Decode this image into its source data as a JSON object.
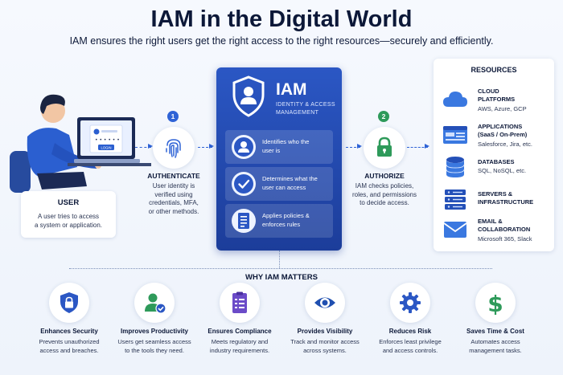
{
  "header": {
    "title": "IAM in the Digital World",
    "subtitle": "IAM ensures the right users get the right access to the right resources—securely and efficiently."
  },
  "colors": {
    "brand_blue": "#2b57c4",
    "dark_blue": "#1c3d9a",
    "accent_green": "#2e9a5a",
    "navy_text": "#0c1838"
  },
  "user": {
    "illustration": "person-at-laptop",
    "screen_button": "LOGIN",
    "title": "USER",
    "description_line1": "A user tries to access",
    "description_line2": "a system or application."
  },
  "authenticate": {
    "step": "1",
    "icon": "fingerprint-icon",
    "title": "AUTHENTICATE",
    "desc_line1": "User identity is",
    "desc_line2": "verified using",
    "desc_line3": "credentials, MFA,",
    "desc_line4": "or other methods."
  },
  "iam": {
    "label": "IAM",
    "sub_line1": "IDENTITY & ACCESS",
    "sub_line2": "MANAGEMENT",
    "functions": [
      {
        "icon": "user-icon",
        "line1": "Identifies who the",
        "line2": "user is"
      },
      {
        "icon": "check-icon",
        "line1": "Determines what the",
        "line2": "user can access"
      },
      {
        "icon": "document-icon",
        "line1": "Applies policies &",
        "line2": "enforces rules"
      }
    ]
  },
  "authorize": {
    "step": "2",
    "icon": "lock-icon",
    "title": "AUTHORIZE",
    "desc_line1": "IAM checks policies,",
    "desc_line2": "roles, and permissions",
    "desc_line3": "to decide access."
  },
  "resources": {
    "title": "RESOURCES",
    "items": [
      {
        "icon": "cloud-icon",
        "name_line1": "CLOUD",
        "name_line2": "PLATFORMS",
        "sub": "AWS, Azure, GCP"
      },
      {
        "icon": "app-window-icon",
        "name_line1": "APPLICATIONS",
        "name_line2": "(SaaS / On-Prem)",
        "sub": "Salesforce, Jira, etc."
      },
      {
        "icon": "database-icon",
        "name_line1": "DATABASES",
        "name_line2": "",
        "sub": "SQL, NoSQL, etc."
      },
      {
        "icon": "server-icon",
        "name_line1": "SERVERS &",
        "name_line2": "INFRASTRUCTURE",
        "sub": ""
      },
      {
        "icon": "email-icon",
        "name_line1": "EMAIL &",
        "name_line2": "COLLABORATION",
        "sub": "Microsoft 365, Slack"
      }
    ]
  },
  "why": {
    "title": "WHY IAM MATTERS",
    "items": [
      {
        "icon": "shield-lock-icon",
        "title": "Enhances Security",
        "line1": "Prevents unauthorized",
        "line2": "access and breaches."
      },
      {
        "icon": "user-check-icon",
        "title": "Improves Productivity",
        "line1": "Users get seamless access",
        "line2": "to the tools they need."
      },
      {
        "icon": "checklist-icon",
        "title": "Ensures Compliance",
        "line1": "Meets regulatory and",
        "line2": "industry requirements."
      },
      {
        "icon": "eye-icon",
        "title": "Provides Visibility",
        "line1": "Track and monitor access",
        "line2": "across systems."
      },
      {
        "icon": "gear-icon",
        "title": "Reduces Risk",
        "line1": "Enforces least privilege",
        "line2": "and access controls."
      },
      {
        "icon": "dollar-icon",
        "title": "Saves Time & Cost",
        "line1": "Automates access",
        "line2": "management tasks."
      }
    ]
  }
}
